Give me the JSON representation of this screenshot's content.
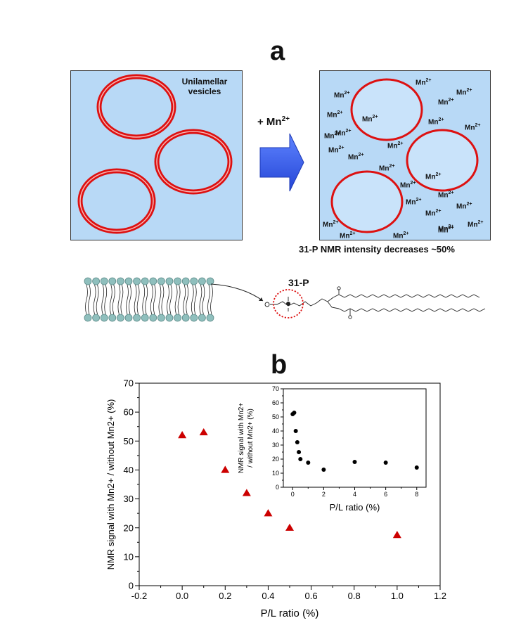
{
  "panel_a": {
    "letter": "a",
    "left_box_label_line1": "Unilamellar",
    "left_box_label_line2": "vesicles",
    "arrow_label": "+ Mn",
    "arrow_label_sup": "2+",
    "ion_base": "Mn",
    "ion_sup": "2+",
    "ion_count": 26,
    "caption": "31-P NMR intensity decreases ~50%",
    "phosphorus_label": "31-P",
    "colors": {
      "box_fill": "#b8d9f6",
      "vesicle": "#dd1111",
      "arrow": "#3a5ee0",
      "bead": "#8fbfbd"
    }
  },
  "panel_b": {
    "letter": "b"
  },
  "chart_data": [
    {
      "type": "scatter",
      "name": "main",
      "x": [
        0.0,
        0.1,
        0.2,
        0.3,
        0.4,
        0.5,
        1.0
      ],
      "y": [
        52,
        53,
        40,
        32,
        25,
        20,
        17.5
      ],
      "xlabel": "P/L ratio (%)",
      "ylabel": "NMR signal with Mn2+ / without Mn2+ (%)",
      "xlim": [
        -0.2,
        1.2
      ],
      "ylim": [
        0,
        70
      ],
      "xticks": [
        "-0.2",
        "0.0",
        "0.2",
        "0.4",
        "0.6",
        "0.8",
        "1.0",
        "1.2"
      ],
      "yticks": [
        "0",
        "10",
        "20",
        "30",
        "40",
        "50",
        "60",
        "70"
      ],
      "marker": "triangle",
      "color": "#cc0000",
      "grid": false
    },
    {
      "type": "scatter",
      "name": "inset",
      "x": [
        0.0,
        0.1,
        0.2,
        0.3,
        0.4,
        0.5,
        1.0,
        2.0,
        4.0,
        6.0,
        8.0
      ],
      "y": [
        52,
        53,
        40,
        32,
        25,
        20,
        17.5,
        12.5,
        18,
        17.5,
        14
      ],
      "xlabel": "P/L ratio (%)",
      "ylabel_line1": "NMR signal with Mn2+",
      "ylabel_line2": "/ without Mn2+ (%)",
      "xlim": [
        -0.6,
        8.6
      ],
      "ylim": [
        0,
        70
      ],
      "xticks": [
        "0",
        "2",
        "4",
        "6",
        "8"
      ],
      "yticks": [
        "0",
        "10",
        "20",
        "30",
        "40",
        "50",
        "60",
        "70"
      ],
      "marker": "circle",
      "color": "#000000",
      "grid": false
    }
  ]
}
